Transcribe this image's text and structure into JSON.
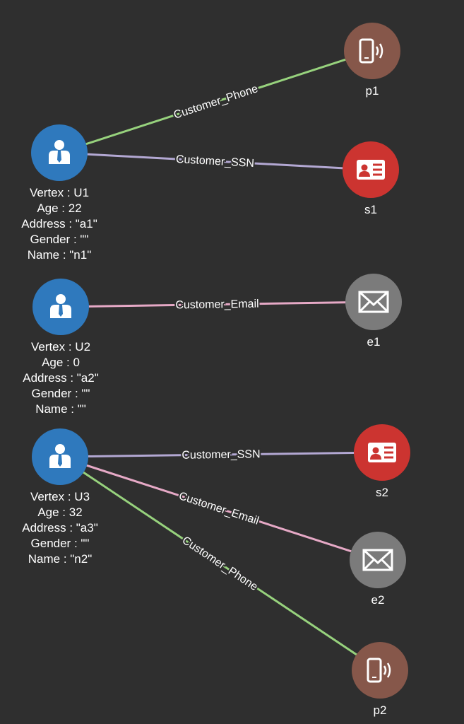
{
  "colors": {
    "background": "#2f2f2f",
    "customer": "#2f79bd",
    "phone": "#86574a",
    "ssn": "#cc3430",
    "email": "#7b7b7b",
    "edge_phone": "#97d27d",
    "edge_ssn": "#b3a8d3",
    "edge_email": "#e6a9c6",
    "text": "#ffffff"
  },
  "vertices": [
    {
      "id": "U1",
      "icon": "person-badge-icon",
      "type": "customer",
      "info": [
        "Vertex : U1",
        "Age : 22",
        "Address : \"a1\"",
        "Gender : \"\"",
        "Name : \"n1\""
      ]
    },
    {
      "id": "U2",
      "icon": "person-badge-icon",
      "type": "customer",
      "info": [
        "Vertex : U2",
        "Age : 0",
        "Address : \"a2\"",
        "Gender : \"\"",
        "Name : \"\""
      ]
    },
    {
      "id": "U3",
      "icon": "person-badge-icon",
      "type": "customer",
      "info": [
        "Vertex : U3",
        "Age : 32",
        "Address : \"a3\"",
        "Gender : \"\"",
        "Name : \"n2\""
      ]
    },
    {
      "id": "p1",
      "icon": "mobile-phone-icon",
      "type": "phone",
      "info": [
        "p1"
      ]
    },
    {
      "id": "s1",
      "icon": "id-card-icon",
      "type": "ssn",
      "info": [
        "s1"
      ]
    },
    {
      "id": "e1",
      "icon": "envelope-icon",
      "type": "email",
      "info": [
        "e1"
      ]
    },
    {
      "id": "s2",
      "icon": "id-card-icon",
      "type": "ssn",
      "info": [
        "s2"
      ]
    },
    {
      "id": "e2",
      "icon": "envelope-icon",
      "type": "email",
      "info": [
        "e2"
      ]
    },
    {
      "id": "p2",
      "icon": "mobile-phone-icon",
      "type": "phone",
      "info": [
        "p2"
      ]
    }
  ],
  "edges": [
    {
      "from": "U1",
      "to": "p1",
      "label": "Customer_Phone",
      "kind": "edge_phone"
    },
    {
      "from": "U1",
      "to": "s1",
      "label": "Customer_SSN",
      "kind": "edge_ssn"
    },
    {
      "from": "U2",
      "to": "e1",
      "label": "Customer_Email",
      "kind": "edge_email"
    },
    {
      "from": "U3",
      "to": "s2",
      "label": "Customer_SSN",
      "kind": "edge_ssn"
    },
    {
      "from": "U3",
      "to": "e2",
      "label": "Customer_Email",
      "kind": "edge_email"
    },
    {
      "from": "U3",
      "to": "p2",
      "label": "Customer_Phone",
      "kind": "edge_phone"
    }
  ]
}
